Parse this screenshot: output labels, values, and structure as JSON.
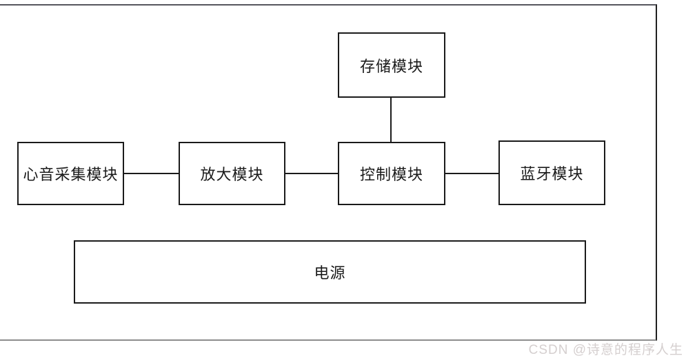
{
  "diagram": {
    "nodes": {
      "storage": {
        "label": "存储模块"
      },
      "heart_sound": {
        "label": "心音采集模块"
      },
      "amplifier": {
        "label": "放大模块"
      },
      "control": {
        "label": "控制模块"
      },
      "bluetooth": {
        "label": "蓝牙模块"
      },
      "power": {
        "label": "电源"
      }
    },
    "connections": [
      {
        "from": "storage",
        "to": "control",
        "orientation": "vertical"
      },
      {
        "from": "heart_sound",
        "to": "amplifier",
        "orientation": "horizontal"
      },
      {
        "from": "amplifier",
        "to": "control",
        "orientation": "horizontal"
      },
      {
        "from": "control",
        "to": "bluetooth",
        "orientation": "horizontal"
      }
    ],
    "colors": {
      "box_border": "#1a1a1a",
      "frame_top": "#55555d",
      "frame_right": "#1f1f1f",
      "frame_bottom": "#8c8c8c",
      "background": "#ffffff"
    }
  },
  "watermark": {
    "text": "CSDN @诗意的程序人生",
    "color": "#d5cfcf"
  }
}
